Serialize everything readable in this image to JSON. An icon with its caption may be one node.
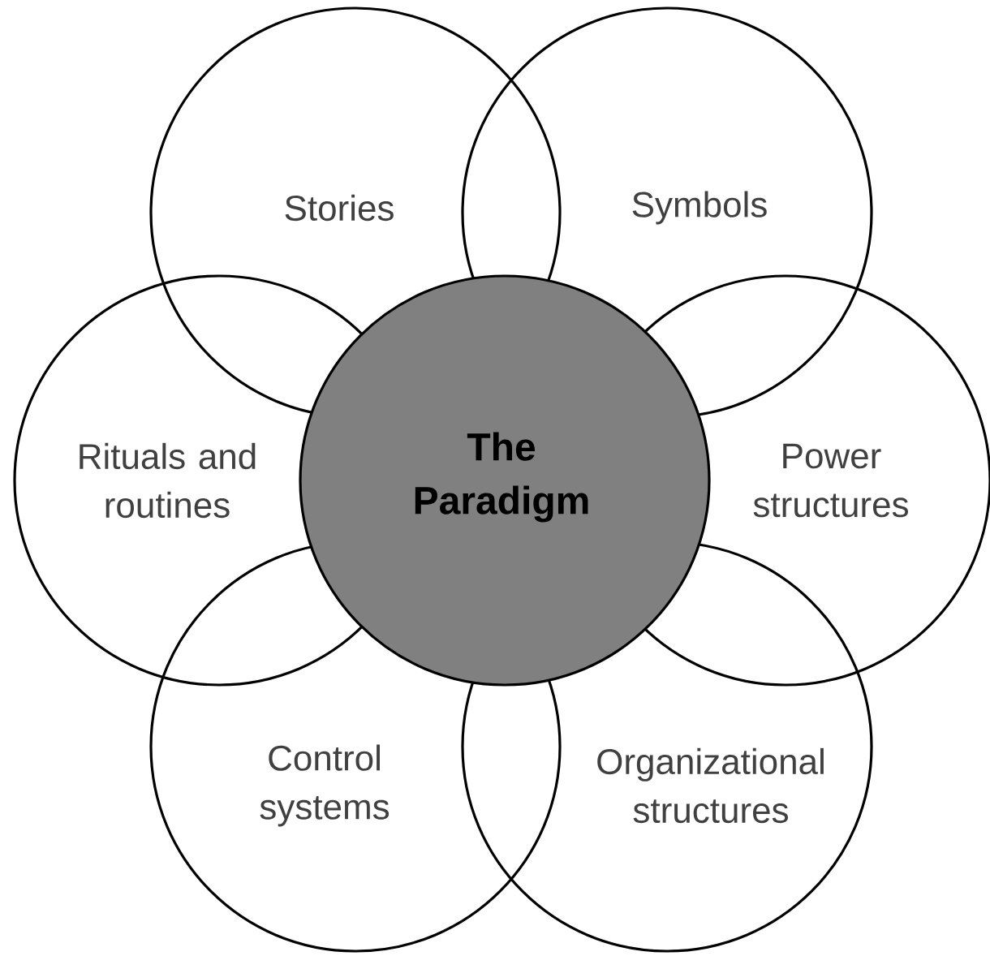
{
  "diagram": {
    "nodes": [
      {
        "text": [
          "Stories"
        ]
      },
      {
        "text": [
          "Symbols"
        ]
      },
      {
        "text": [
          "Rituals and routines"
        ]
      },
      {
        "text": [
          "The Paradigm"
        ]
      },
      {
        "text": [
          "Power structures"
        ]
      },
      {
        "text": [
          "Control systems"
        ]
      },
      {
        "text": [
          "Organizational structures"
        ]
      }
    ],
    "edges": []
  }
}
